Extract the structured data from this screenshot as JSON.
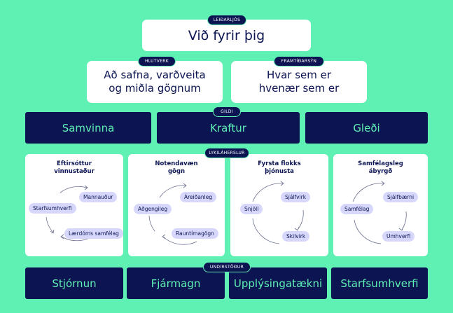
{
  "leidarljos": {
    "label": "LEIÐARLJÓS",
    "text": "Við fyrir þig"
  },
  "hlutverk": {
    "label": "HLUTVERK",
    "text": "Að safna, varðveita\nog miðla gögnum"
  },
  "framtidarsyn": {
    "label": "FRAMTÍÐARSÝN",
    "text": "Hvar sem er\nhvenær sem er"
  },
  "gildi": {
    "label": "GILDI",
    "items": [
      "Samvinna",
      "Kraftur",
      "Gleði"
    ]
  },
  "lykiladherslur": {
    "label": "LYKILÁHERSLUR",
    "cards": [
      {
        "title": "Eftirsóttur\nvinnustaður",
        "chips": [
          "Mannauður",
          "Starfsumhverfi",
          "Lærdóms samfélag"
        ]
      },
      {
        "title": "Notendavæn\ngögn",
        "chips": [
          "Áreiðanleg",
          "Aðgengileg",
          "Rauntímagögn"
        ]
      },
      {
        "title": "Fyrsta flokks\nþjónusta",
        "chips": [
          "Sjálfvirk",
          "Snjöll",
          "Skilvirk"
        ]
      },
      {
        "title": "Samfélagsleg\nábyrgð",
        "chips": [
          "Sjálfbærni",
          "Samfélag",
          "Umhverfi"
        ]
      }
    ]
  },
  "undirstodur": {
    "label": "UNDIRSTÖÐUR",
    "items": [
      "Stjórnun",
      "Fjármagn",
      "Upplýsingatækni",
      "Starfsumhverfi"
    ]
  },
  "colors": {
    "background": "#5ff0b4",
    "navy": "#0c1552",
    "chip": "#d6d7fb"
  }
}
